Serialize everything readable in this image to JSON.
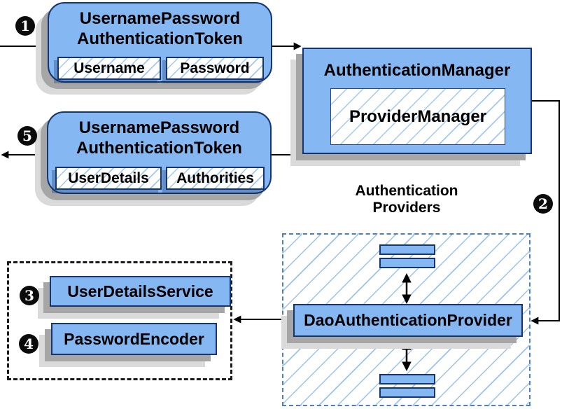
{
  "steps": [
    "1",
    "2",
    "3",
    "4",
    "5"
  ],
  "nodes": {
    "token_request": {
      "title1": "UsernamePassword",
      "title2": "AuthenticationToken",
      "fields": [
        "Username",
        "Password"
      ]
    },
    "auth_manager": {
      "title": "AuthenticationManager",
      "inner": "ProviderManager"
    },
    "token_result": {
      "title1": "UsernamePassword",
      "title2": "AuthenticationToken",
      "fields": [
        "UserDetails",
        "Authorities"
      ]
    },
    "providers_group": {
      "heading1": "Authentication",
      "heading2": "Providers",
      "provider": "DaoAuthenticationProvider"
    },
    "services": [
      "UserDetailsService",
      "PasswordEncoder"
    ]
  },
  "colors": {
    "node_fill": "#85B7F2",
    "node_border": "#14356F",
    "hatch_line": "#A5C8F0",
    "container_dash_border": "#4A7FC0",
    "group_dotted_border": "#1B1B1B",
    "shadow_dark": "#A6A6A6",
    "shadow_light": "#DADADA",
    "badge_fill": "#0B0B0B",
    "badge_text": "#FFFFFF",
    "arrow": "#000000"
  }
}
